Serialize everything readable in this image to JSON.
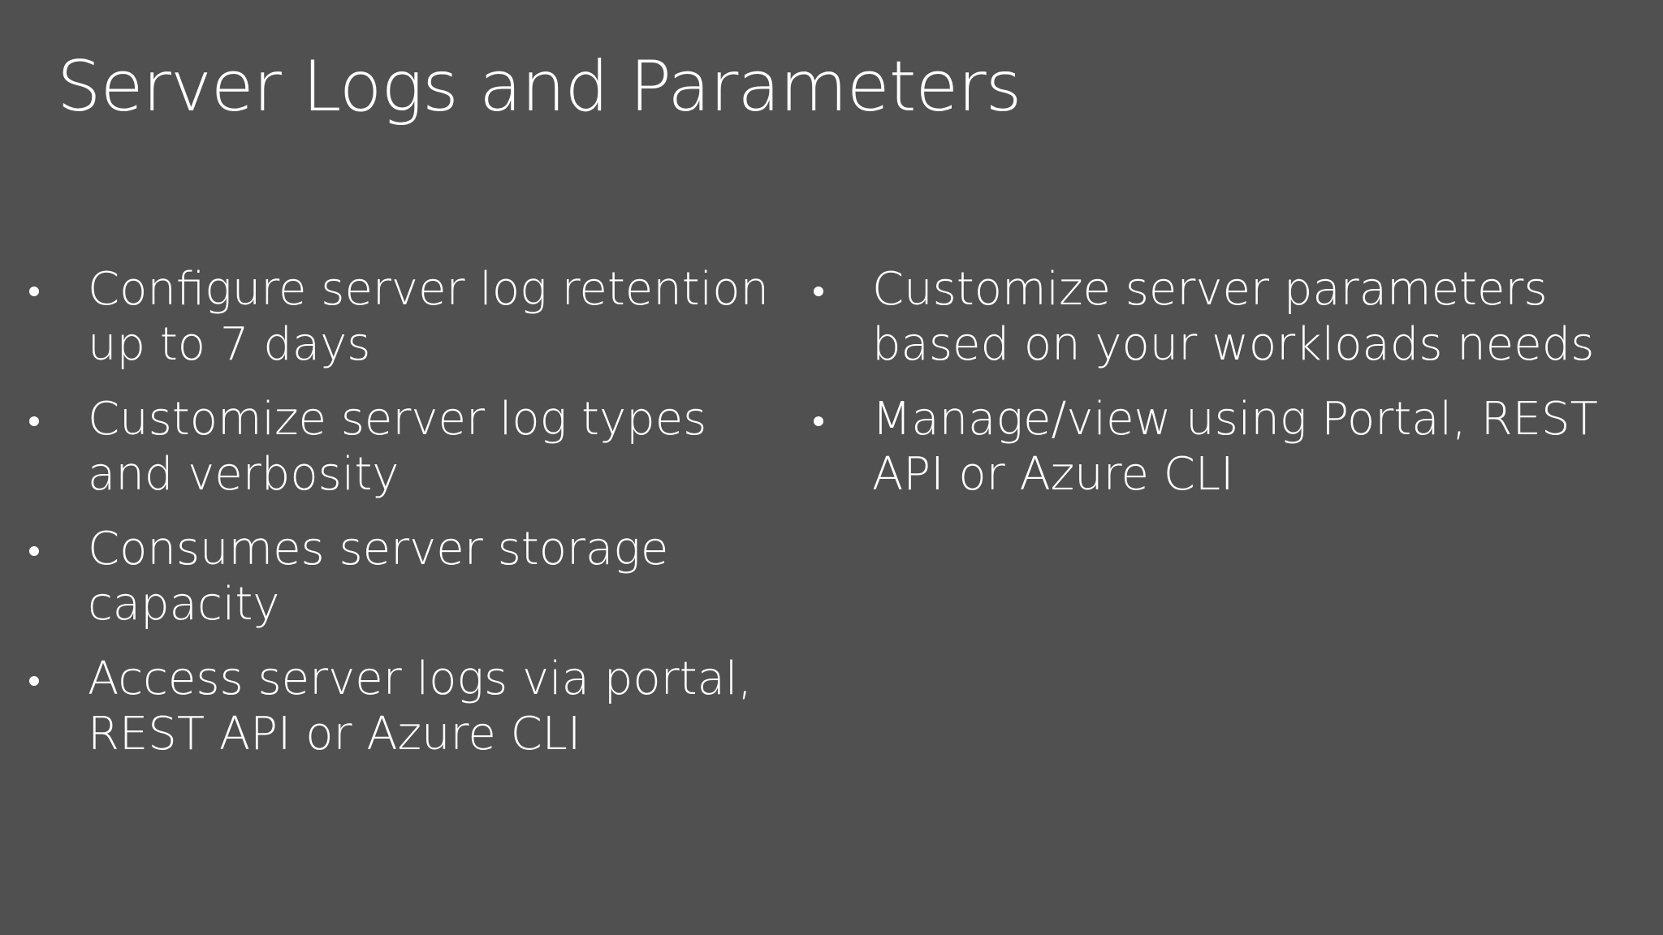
{
  "slide": {
    "title": "Server Logs and Parameters",
    "left_bullets": [
      {
        "text": "Configure server log retention up to 7 days"
      },
      {
        "text": "Customize server log types and verbosity"
      },
      {
        "text": "Consumes server storage capacity"
      },
      {
        "text": "Access server logs via portal, REST API or Azure CLI"
      }
    ],
    "right_bullets": [
      {
        "text": "Customize server parameters based on your workloads needs"
      },
      {
        "text": "Manage/view using Portal, REST API or Azure CLI"
      }
    ],
    "colors": {
      "background": "#505050",
      "text": "#ffffff"
    },
    "icons": {
      "bullet": "bullet-dot-icon"
    }
  }
}
